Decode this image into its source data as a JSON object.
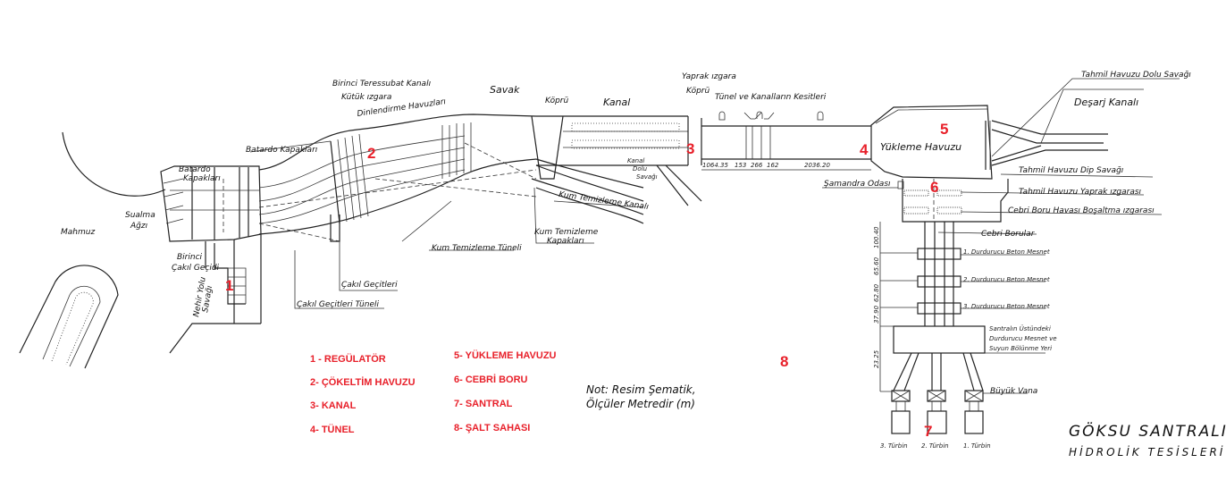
{
  "title": {
    "line1": "GÖKSU SANTRALI",
    "line2": "HİDROLİK TESİSLERİ"
  },
  "note": {
    "line1": "Not: Resim Şematik,",
    "line2": "Ölçüler Metredir (m)"
  },
  "legend": [
    "1 - REGÜLATÖR",
    "2- ÇÖKELTİM HAVUZU",
    "3- KANAL",
    "4- TÜNEL",
    "5- YÜKLEME HAVUZU",
    "6- CEBRİ BORU",
    "7- SANTRAL",
    "8- ŞALT SAHASI"
  ],
  "markers": [
    "1",
    "2",
    "3",
    "4",
    "5",
    "6",
    "7",
    "8"
  ],
  "labels": {
    "mahmuz": "Mahmuz",
    "sualma1": "Sualma",
    "sualma2": "Ağzı",
    "batardo1_1": "Batardo",
    "batardo1_2": "Kapakları",
    "batardo2": "Batardo Kapakları",
    "birinci_cakil1": "Birinci",
    "birinci_cakil2": "Çakıl Geçidi",
    "nehir1": "Nehir Yolu",
    "nehir2": "Savağı",
    "cakil_gecitleri": "Çakıl Geçitleri",
    "cakil_tuneli": "Çakıl Geçitleri Tüneli",
    "birinci_teressubat": "Birinci Teressubat Kanalı",
    "kutuk": "Kütük ızgara",
    "dinlendirme": "Dinlendirme Havuzları",
    "savak": "Savak",
    "kopru": "Köprü",
    "kanal": "Kanal",
    "kum_tuneli": "Kum Temizleme Tüneli",
    "kum_kapak1": "Kum Temizleme",
    "kum_kapak2": "Kapakları",
    "kum_kanali": "Kum Temizleme Kanalı",
    "kanal_dolu1": "Kanal",
    "kanal_dolu2": "Dolu",
    "kanal_dolu3": "Savağı",
    "yaprak": "Yaprak ızgara",
    "kopru2": "Köprü",
    "kesitler": "Tünel ve Kanalların Kesitleri",
    "yukleme": "Yükleme Havuzu",
    "samandra": "Şamandra Odası",
    "tahmil_dolu": "Tahmil Havuzu Dolu Savağı",
    "desarj": "Deşarj Kanalı",
    "tahmil_dip": "Tahmil Havuzu Dip Savağı",
    "tahmil_yaprak": "Tahmil Havuzu Yaprak ızgarası",
    "cebri_havasi": "Cebri Boru Havası Boşaltma ızgarası",
    "cebri_borular": "Cebri Borular",
    "mesnet1": "1. Durdurucu Beton Mesnet",
    "mesnet2": "2. Durdurucu Beton Mesnet",
    "mesnet3": "3. Durdurucu Beton Mesnet",
    "santral1": "Santralın Üstündeki",
    "santral2": "Durdurucu Mesnet ve",
    "santral3": "Suyun Bölünme Yeri",
    "buyuk_vana": "Büyük Vana",
    "turbin3": "3. Türbin",
    "turbin2": "2. Türbin",
    "turbin1": "1. Türbin"
  },
  "dimensions": {
    "d1": "1064.35",
    "d2": "153",
    "d3": "266",
    "d4": "162",
    "d5": "2036.20",
    "v1": "100.40",
    "v2": "65.60",
    "v3": "62.80",
    "v4": "37.90",
    "v5": "23.25"
  }
}
